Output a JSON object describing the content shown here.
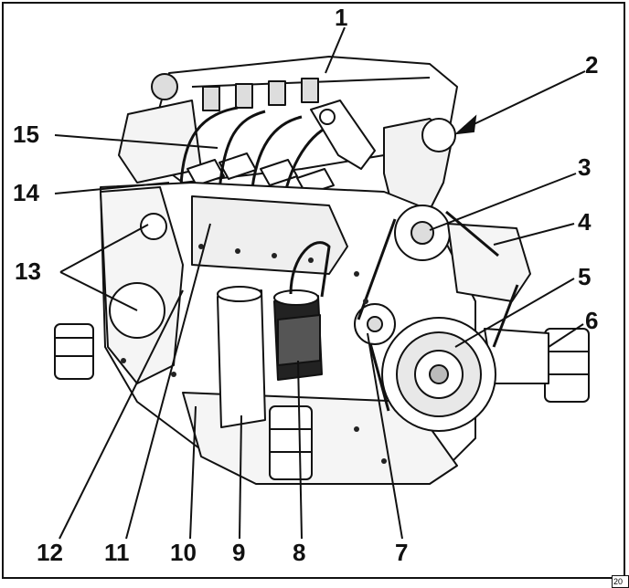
{
  "diagram": {
    "labels": [
      {
        "id": "1",
        "text": "1"
      },
      {
        "id": "2",
        "text": "2"
      },
      {
        "id": "3",
        "text": "3"
      },
      {
        "id": "4",
        "text": "4"
      },
      {
        "id": "5",
        "text": "5"
      },
      {
        "id": "6",
        "text": "6"
      },
      {
        "id": "7",
        "text": "7"
      },
      {
        "id": "8",
        "text": "8"
      },
      {
        "id": "9",
        "text": "9"
      },
      {
        "id": "10",
        "text": "10"
      },
      {
        "id": "11",
        "text": "11"
      },
      {
        "id": "12",
        "text": "12"
      },
      {
        "id": "13",
        "text": "13"
      },
      {
        "id": "14",
        "text": "14"
      },
      {
        "id": "15",
        "text": "15"
      }
    ],
    "corner_code": "20"
  }
}
